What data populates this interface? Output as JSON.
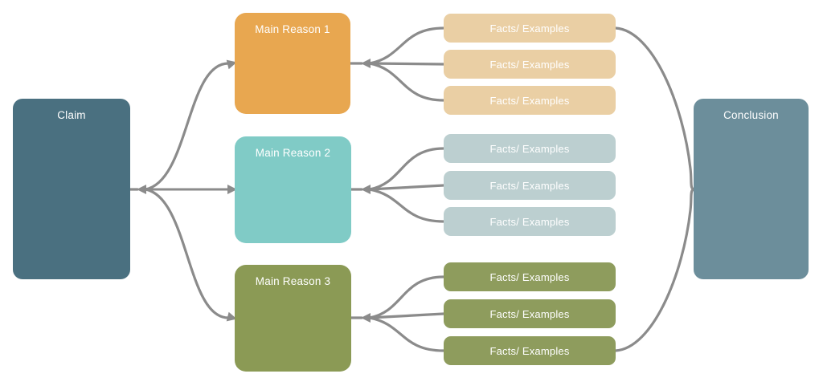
{
  "nodes": {
    "claim": {
      "label": "Claim"
    },
    "reasons": [
      {
        "label": "Main Reason 1",
        "facts": [
          "Facts/ Examples",
          "Facts/ Examples",
          "Facts/ Examples"
        ]
      },
      {
        "label": "Main Reason 2",
        "facts": [
          "Facts/ Examples",
          "Facts/ Examples",
          "Facts/ Examples"
        ]
      },
      {
        "label": "Main Reason 3",
        "facts": [
          "Facts/ Examples",
          "Facts/ Examples",
          "Facts/ Examples"
        ]
      }
    ],
    "conclusion": {
      "label": "Conclusion"
    }
  },
  "palette": {
    "claim_bg": "#4A7080",
    "conclusion_bg": "#6C8E9B",
    "reason_bgs": [
      "#E8A750",
      "#80CBC6",
      "#8B9A55"
    ],
    "fact_bgs": [
      "#EACFA4",
      "#BCCFD0",
      "#8E9C5D"
    ],
    "connector": "#8B8B8B",
    "label_text": "#FFFFFF",
    "page_bg": "#FFFFFF"
  }
}
